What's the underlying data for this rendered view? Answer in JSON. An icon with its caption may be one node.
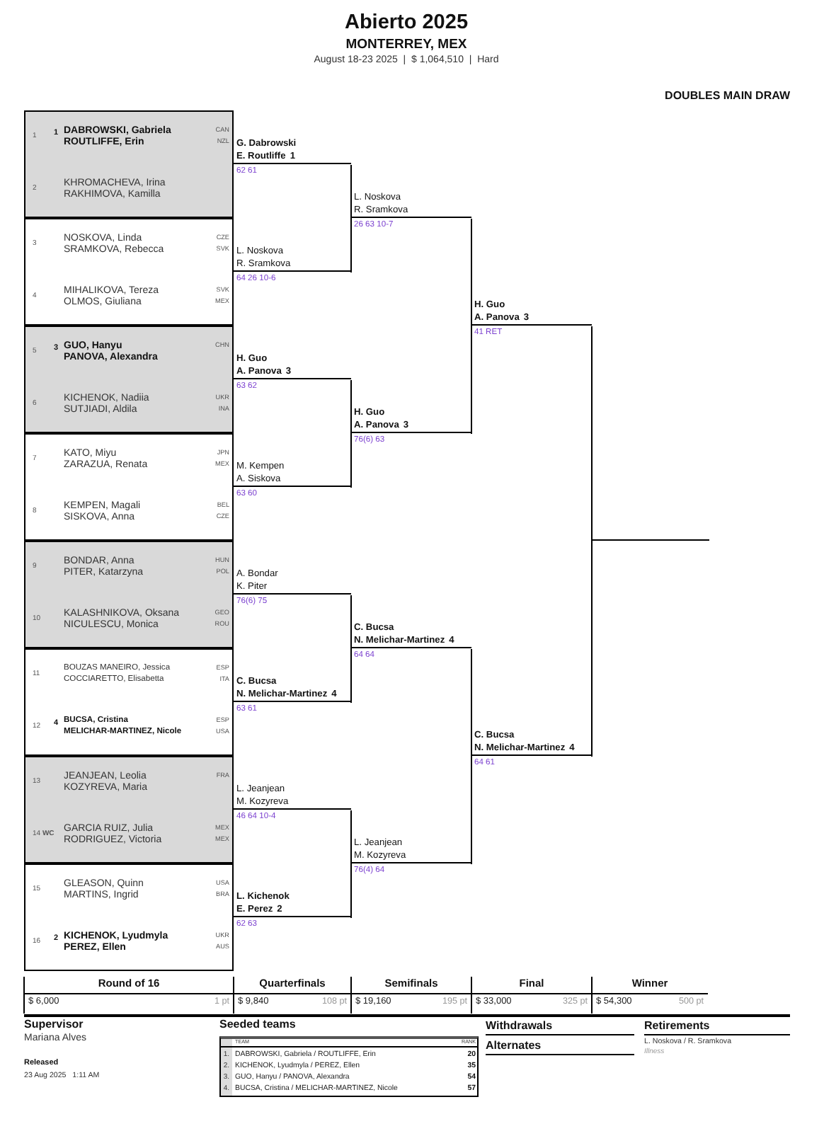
{
  "diagram": {
    "title": "Abierto 2025",
    "nodes": [
      {
        "text": [],
        "shape": "box"
      },
      {
        "text": [
          "1",
          "DABROWSKI, Gabriela",
          "ROUTLIFFE, Erin",
          "CAN",
          "NZL"
        ],
        "in": 0,
        "beside": [
          "1"
        ]
      },
      {
        "text": [
          "2",
          "KHROMACHEVA, Irina",
          "RAKHIMOVA, Kamilla"
        ],
        "in": 0
      },
      {
        "text": [],
        "shape": "box"
      },
      {
        "text": [
          "3",
          "NOSKOVA, Linda",
          "SRAMKOVA, Rebecca",
          "CZE",
          "SVK"
        ],
        "in": 3
      },
      {
        "text": [
          "4",
          "MIHALIKOVA, Tereza",
          "OLMOS, Giuliana",
          "SVK",
          "MEX"
        ],
        "in": 3
      },
      {
        "text": [],
        "shape": "box"
      },
      {
        "text": [
          "5",
          "GUO, Hanyu",
          "PANOVA, Alexandra",
          "CHN"
        ],
        "in": 6,
        "beside": [
          "3"
        ]
      },
      {
        "text": [
          "6",
          "KICHENOK, Nadiia",
          "SUTJIADI, Aldila",
          "UKR",
          "INA"
        ],
        "in": 6
      },
      {
        "text": [],
        "shape": "box"
      },
      {
        "text": [
          "7",
          "KATO, Miyu",
          "ZARAZUA, Renata",
          "JPN",
          "MEX"
        ],
        "in": 9
      },
      {
        "text": [
          "8",
          "KEMPEN, Magali",
          "SISKOVA, Anna",
          "BEL",
          "CZE"
        ],
        "in": 9
      },
      {
        "text": [],
        "shape": "box"
      },
      {
        "text": [
          "9",
          "BONDAR, Anna",
          "PITER, Katarzyna",
          "HUN",
          "POL"
        ],
        "in": 12
      },
      {
        "text": [
          "10",
          "KALASHNIKOVA, Oksana",
          "NICULESCU, Monica",
          "GEO",
          "ROU"
        ],
        "in": 12
      },
      {
        "text": [],
        "shape": "box"
      },
      {
        "text": [
          "11",
          "BOUZAS MANEIRO, Jessica",
          "COCCIARETTO, Elisabetta",
          "ESP",
          "ITA"
        ],
        "in": 15
      },
      {
        "text": [
          "12",
          "BUCSA, Cristina",
          "MELICHAR-MARTINEZ, Nicole",
          "ESP",
          "USA"
        ],
        "in": 15,
        "beside": [
          "4"
        ]
      },
      {
        "text": [],
        "shape": "box"
      },
      {
        "text": [
          "13",
          "JEANJEAN, Leolia",
          "KOZYREVA, Maria",
          "FRA"
        ],
        "in": 18
      },
      {
        "text": [
          "14 **WC**",
          "GARCIA RUIZ, Julia",
          "RODRIGUEZ, Victoria",
          "MEX",
          "MEX"
        ],
        "in": 18
      },
      {
        "text": [],
        "shape": "box"
      },
      {
        "text": [
          "15",
          "GLEASON, Quinn",
          "MARTINS, Ingrid",
          "USA",
          "BRA"
        ],
        "in": 21
      },
      {
        "text": [
          "16",
          "KICHENOK, Lyudmyla",
          "PEREZ, Ellen",
          "UKR",
          "AUS"
        ],
        "in": 21,
        "beside": [
          "2"
        ]
      },
      {
        "text": [
          "G. Dabrowski",
          "E. Routliffe",
          "1"
        ],
        "beside": [
          "62 61"
        ]
      },
      {
        "text": [
          "L. Noskova",
          "R. Sramkova"
        ],
        "beside": [
          "64 26 10-6"
        ]
      },
      {
        "text": [
          "H. Guo",
          "A. Panova",
          "3"
        ],
        "beside": [
          "63 62"
        ]
      },
      {
        "text": [
          "M. Kempen",
          "A. Siskova"
        ],
        "beside": [
          "63 60"
        ]
      },
      {
        "text": [
          "A. Bondar",
          "K. Piter"
        ],
        "beside": [
          "76(6) 75"
        ]
      },
      {
        "text": [
          "C. Bucsa",
          "N. Melichar-Martinez",
          "4"
        ],
        "beside": [
          "63 61"
        ]
      },
      {
        "text": [
          "L. Jeanjean",
          "M. Kozyreva"
        ],
        "beside": [
          "46 64 10-4"
        ]
      },
      {
        "text": [
          "L. Kichenok",
          "E. Perez",
          "2"
        ],
        "beside": [
          "62 63"
        ]
      },
      {
        "text": [
          "L. Noskova",
          "R. Sramkova"
        ],
        "beside": [
          "26 63 10-7"
        ]
      },
      {
        "text": [
          "H. Guo",
          "A. Panova",
          "3"
        ],
        "beside": [
          "76(6) 63"
        ]
      },
      {
        "text": [
          "C. Bucsa",
          "N. Melichar-Martinez",
          "4"
        ],
        "beside": [
          "64 64"
        ]
      },
      {
        "text": [
          "L. Jeanjean",
          "M. Kozyreva"
        ],
        "beside": [
          "76(4) 64"
        ]
      },
      {
        "text": [
          "H. Guo",
          "A. Panova",
          "3"
        ],
        "beside": [
          "41 RET"
        ]
      },
      {
        "text": [
          "C. Bucsa",
          "N. Melichar-Martinez",
          "4"
        ],
        "beside": [
          "64 61"
        ]
      },
      {
        "text": [],
        "shape": "line"
      }
    ],
    "edges": [
      {
        "from": 24,
        "to": 32,
        "arrow": "none"
      },
      {
        "from": 25,
        "to": 32,
        "arrow": "none"
      },
      {
        "from": 26,
        "to": 33,
        "arrow": "none"
      },
      {
        "from": 27,
        "to": 33,
        "arrow": "none"
      },
      {
        "from": 28,
        "to": 34,
        "arrow": "none"
      },
      {
        "from": 29,
        "to": 34,
        "arrow": "none"
      },
      {
        "from": 30,
        "to": 35,
        "arrow": "none"
      },
      {
        "from": 31,
        "to": 35,
        "arrow": "none"
      },
      {
        "from": 32,
        "to": 36,
        "arrow": "none"
      },
      {
        "from": 33,
        "to": 36,
        "arrow": "none"
      },
      {
        "from": 34,
        "to": 37,
        "arrow": "none"
      },
      {
        "from": 35,
        "to": 37,
        "arrow": "none"
      },
      {
        "from": 36,
        "to": 38,
        "arrow": "none"
      },
      {
        "from": 37,
        "to": 38,
        "arrow": "none"
      }
    ],
    "labels": [
      "MONTERREY, MEX",
      "August 18-23 2025  |  $ 1,064,510  |  Hard",
      "DOUBLES MAIN DRAW",
      "Round of 16",
      "Quarterfinals",
      "Semifinals",
      "Final",
      "Winner",
      "$ 6,000",
      "1 pt",
      "$ 9,840",
      "108 pt",
      "$ 19,160",
      "195 pt",
      "$ 33,000",
      "325 pt",
      "$ 54,300",
      "500 pt",
      "Supervisor",
      "Mariana Alves",
      "Released",
      "23 Aug 2025   1:11 AM",
      "Seeded teams",
      "TEAM",
      "RANK",
      "1.",
      "DABROWSKI, Gabriela / ROUTLIFFE, Erin",
      "20",
      "2.",
      "KICHENOK, Lyudmyla / PEREZ, Ellen",
      "35",
      "3.",
      "GUO, Hanyu / PANOVA, Alexandra",
      "54",
      "4.",
      "BUCSA, Cristina / MELICHAR-MARTINEZ, Nicole",
      "57",
      "Withdrawals",
      "Retirements",
      "L. Noskova / R. Sramkova",
      "Illness",
      "Alternates"
    ]
  }
}
